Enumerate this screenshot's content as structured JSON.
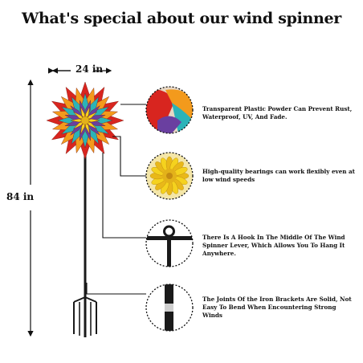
{
  "title": "What's special about our wind spinner",
  "dimensions": {
    "width_label": "24 in",
    "height_label": "84 in"
  },
  "features": [
    {
      "icon": "paint-finish-closeup",
      "text": "Transparent Plastic Powder Can Prevent Rust, Waterproof, UV, And Fade."
    },
    {
      "icon": "bearing-center-closeup",
      "text": "High-quality bearings can work flexibly even at low wind speeds"
    },
    {
      "icon": "hook-closeup",
      "text": "There Is A Hook In The Middle Of The Wind Spinner Lever, Which Allows You To Hang It Anywhere."
    },
    {
      "icon": "iron-joint-closeup",
      "text": "The Joints Of the Iron Brackets Are Solid, Not Easy To Bend When Encountering Strong Winds"
    }
  ],
  "colors": {
    "red": "#d8251f",
    "orange": "#f39a1c",
    "yellow": "#f5d21e",
    "teal": "#2bb3b8",
    "purple": "#6a3fa0",
    "pole": "#1a1a1a"
  }
}
